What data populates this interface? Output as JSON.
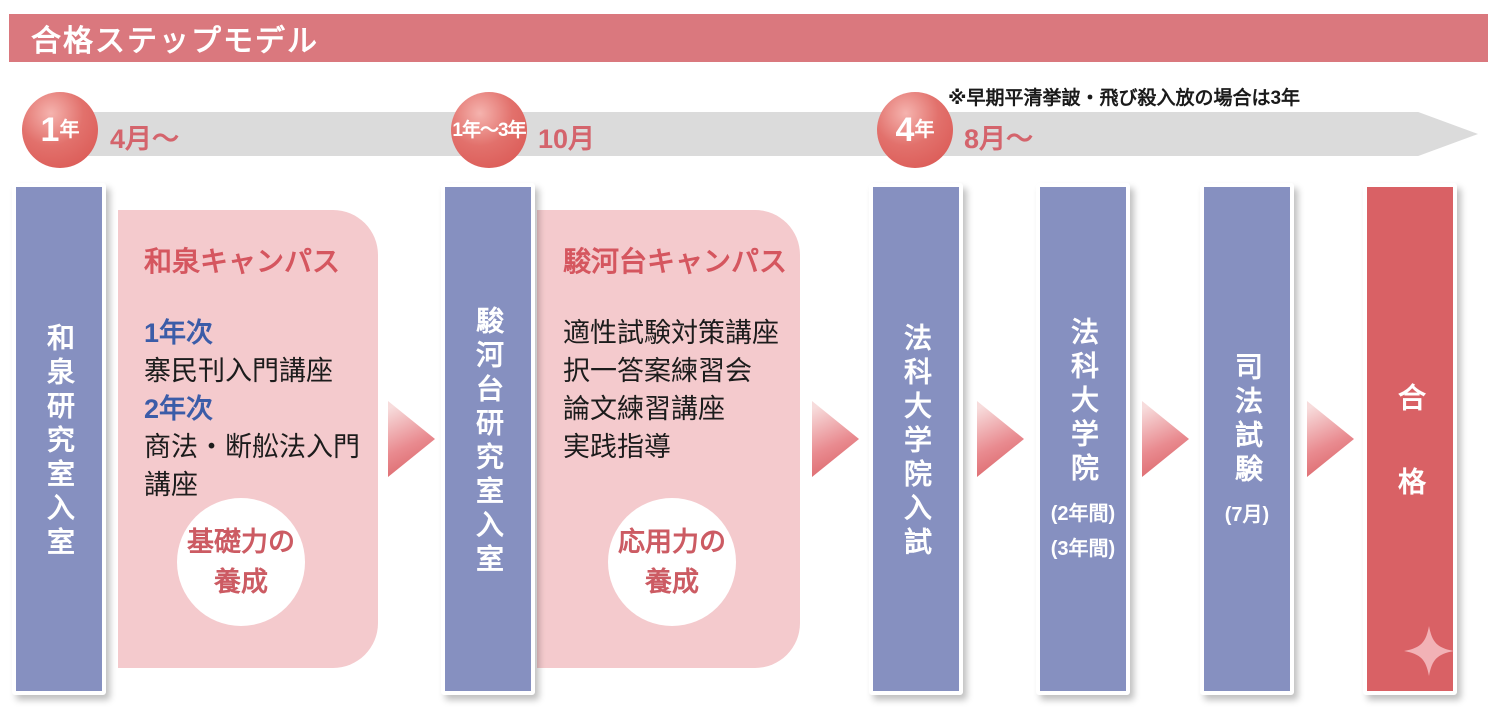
{
  "diagram": {
    "title": "合格ステップモデル",
    "timeline": {
      "note": "※早期平清挙詖・飛び殺入放の場合は3年",
      "badges": [
        {
          "big": "1",
          "small": "年",
          "month": "4月〜"
        },
        {
          "big": "",
          "small": "1年〜3年",
          "month": "10月"
        },
        {
          "big": "4",
          "small": "年",
          "month": "8月〜"
        }
      ]
    },
    "bars": [
      {
        "label": "和泉研究室入室"
      },
      {
        "label": "駿河台研究室入室"
      },
      {
        "label": "法科大学院入試"
      },
      {
        "label": "法科大学院",
        "notes": [
          "(2年間)",
          "(3年間)"
        ]
      },
      {
        "label": "司法試験",
        "notes": [
          "(7月)"
        ]
      },
      {
        "label": "合格"
      }
    ],
    "boxes": [
      {
        "title": "和泉キャンパス",
        "lines": [
          {
            "text": "1年次"
          },
          {
            "text": "寨民刊入門講座"
          },
          {
            "text": "2年次"
          },
          {
            "text": "商法・断舩法入門講座"
          }
        ],
        "circle": [
          "基礎力の",
          "養成"
        ]
      },
      {
        "title": "駿河台キャンパス",
        "lines": [
          {
            "text": "適性試験対策講座"
          },
          {
            "text": "択一答案練習会"
          },
          {
            "text": "論文練習講座"
          },
          {
            "text": "実践指導"
          }
        ],
        "circle": [
          "応用力の",
          "養成"
        ]
      }
    ],
    "colors": {
      "banner": "#da787e",
      "bar_blue": "#8690c0",
      "bar_red": "#d96165",
      "box_pink": "#f4cacd",
      "accent_red": "#d5565f",
      "year_blue": "#3b5ca8",
      "timeline_gray": "#dbdbdb"
    }
  }
}
